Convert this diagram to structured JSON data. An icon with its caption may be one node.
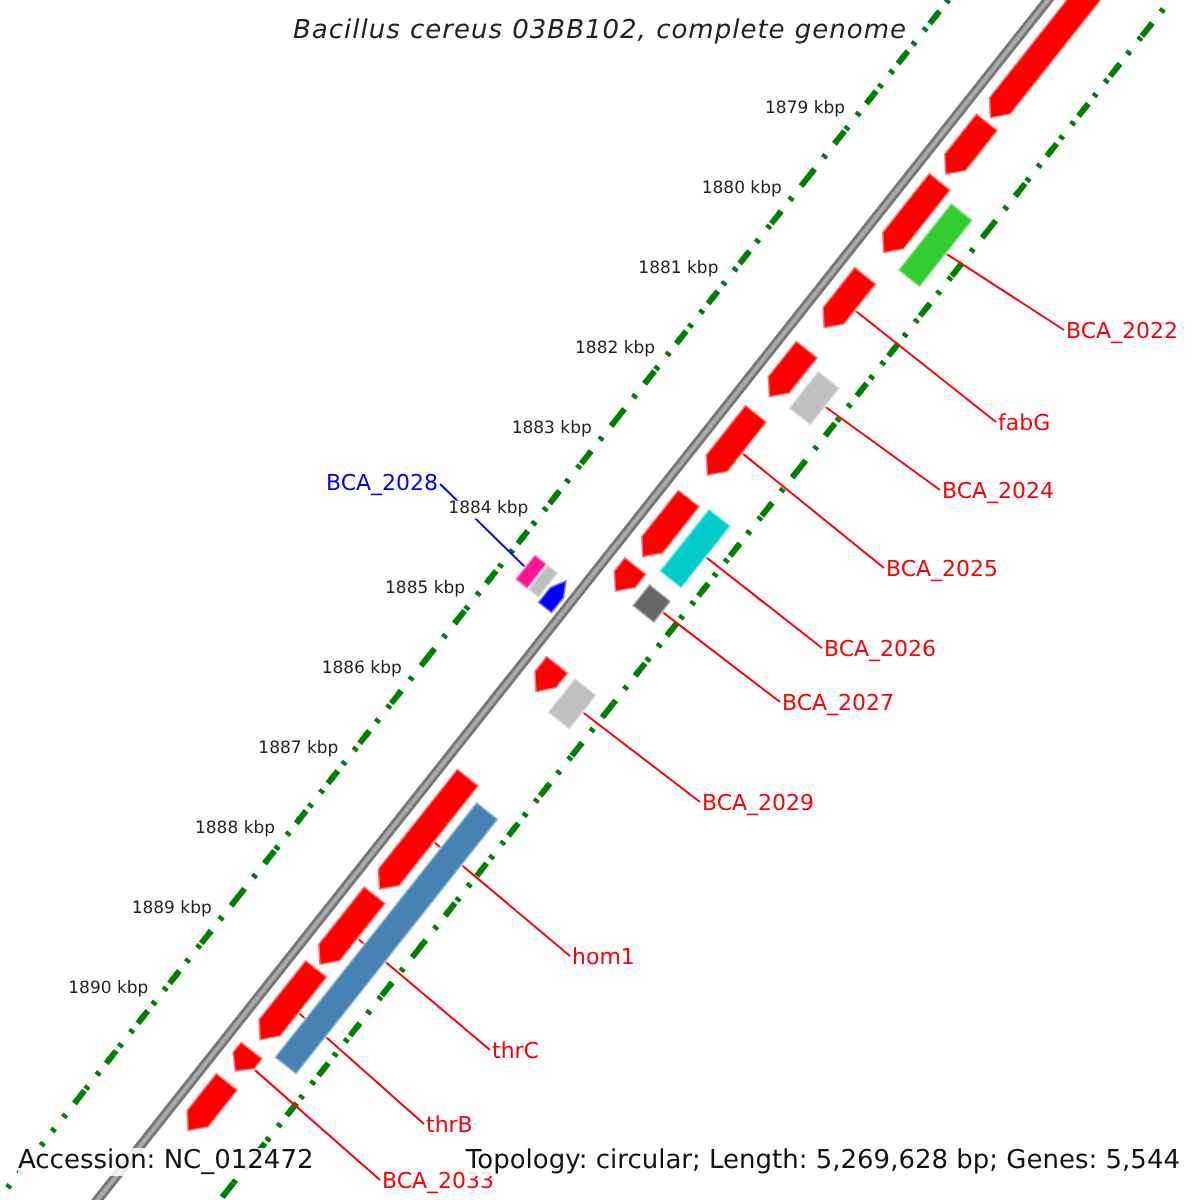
{
  "diagram": {
    "title": "Bacillus cereus 03BB102, complete genome",
    "nodes": [
      {
        "text": [
          "BCA_2022"
        ]
      },
      {
        "text": [
          "fabG"
        ]
      },
      {
        "text": [
          "BCA_2028"
        ]
      },
      {
        "text": [
          "BCA_2024"
        ]
      },
      {
        "text": [
          "BCA_2025"
        ]
      },
      {
        "text": [
          "BCA_2026"
        ]
      },
      {
        "text": [
          "BCA_2027"
        ]
      },
      {
        "text": [
          "BCA_2029"
        ]
      },
      {
        "text": [
          "hom1"
        ]
      },
      {
        "text": [
          "thrC"
        ]
      },
      {
        "text": [
          "thrB"
        ]
      },
      {
        "text": [
          "BCA_2033"
        ]
      },
      {
        "text": [],
        "shape": "arrow"
      },
      {
        "text": [],
        "shape": "arrow"
      },
      {
        "text": [],
        "shape": "arrow"
      },
      {
        "text": [],
        "shape": "bar"
      },
      {
        "text": [],
        "shape": "arrow"
      },
      {
        "text": [],
        "shape": "arrow"
      },
      {
        "text": [],
        "shape": "bar"
      },
      {
        "text": [],
        "shape": "arrow"
      },
      {
        "text": [],
        "shape": "arrow"
      },
      {
        "text": [],
        "shape": "bar"
      },
      {
        "text": [],
        "shape": "bar"
      },
      {
        "text": [],
        "shape": "bar"
      },
      {
        "text": [],
        "shape": "arrow"
      },
      {
        "text": [],
        "shape": "arrow"
      },
      {
        "text": [],
        "shape": "bar"
      },
      {
        "text": [],
        "shape": "arrow"
      },
      {
        "text": [],
        "shape": "bar"
      },
      {
        "text": [],
        "shape": "arrow"
      },
      {
        "text": [],
        "shape": "bar"
      },
      {
        "text": [],
        "shape": "arrow"
      },
      {
        "text": [],
        "shape": "arrow"
      },
      {
        "text": [],
        "shape": "arrow"
      },
      {
        "text": [],
        "shape": "arrow"
      }
    ],
    "edges": [
      {
        "from": 0,
        "to": 15,
        "arrow": "none"
      },
      {
        "from": 1,
        "to": 16,
        "arrow": "none"
      },
      {
        "from": 2,
        "to": 22,
        "arrow": "none",
        "color": "#0000ff"
      },
      {
        "from": 3,
        "to": 18,
        "arrow": "none"
      },
      {
        "from": 4,
        "to": 19,
        "arrow": "none"
      },
      {
        "from": 5,
        "to": 21,
        "arrow": "none"
      },
      {
        "from": 6,
        "to": 26,
        "arrow": "none"
      },
      {
        "from": 7,
        "to": 28,
        "arrow": "none"
      },
      {
        "from": 8,
        "to": 29,
        "arrow": "none"
      },
      {
        "from": 9,
        "to": 31,
        "arrow": "none"
      },
      {
        "from": 10,
        "to": 32,
        "arrow": "none"
      },
      {
        "from": 11,
        "to": 33,
        "arrow": "none"
      }
    ],
    "labels": [
      "1879 kbp",
      "1880 kbp",
      "1881 kbp",
      "1882 kbp",
      "1883 kbp",
      "1884 kbp",
      "1885 kbp",
      "1886 kbp",
      "1887 kbp",
      "1888 kbp",
      "1889 kbp",
      "1890 kbp",
      "Accession: NC_012472",
      "Topology: circular; Length: 5,269,628 bp; Genes: 5,544"
    ]
  }
}
